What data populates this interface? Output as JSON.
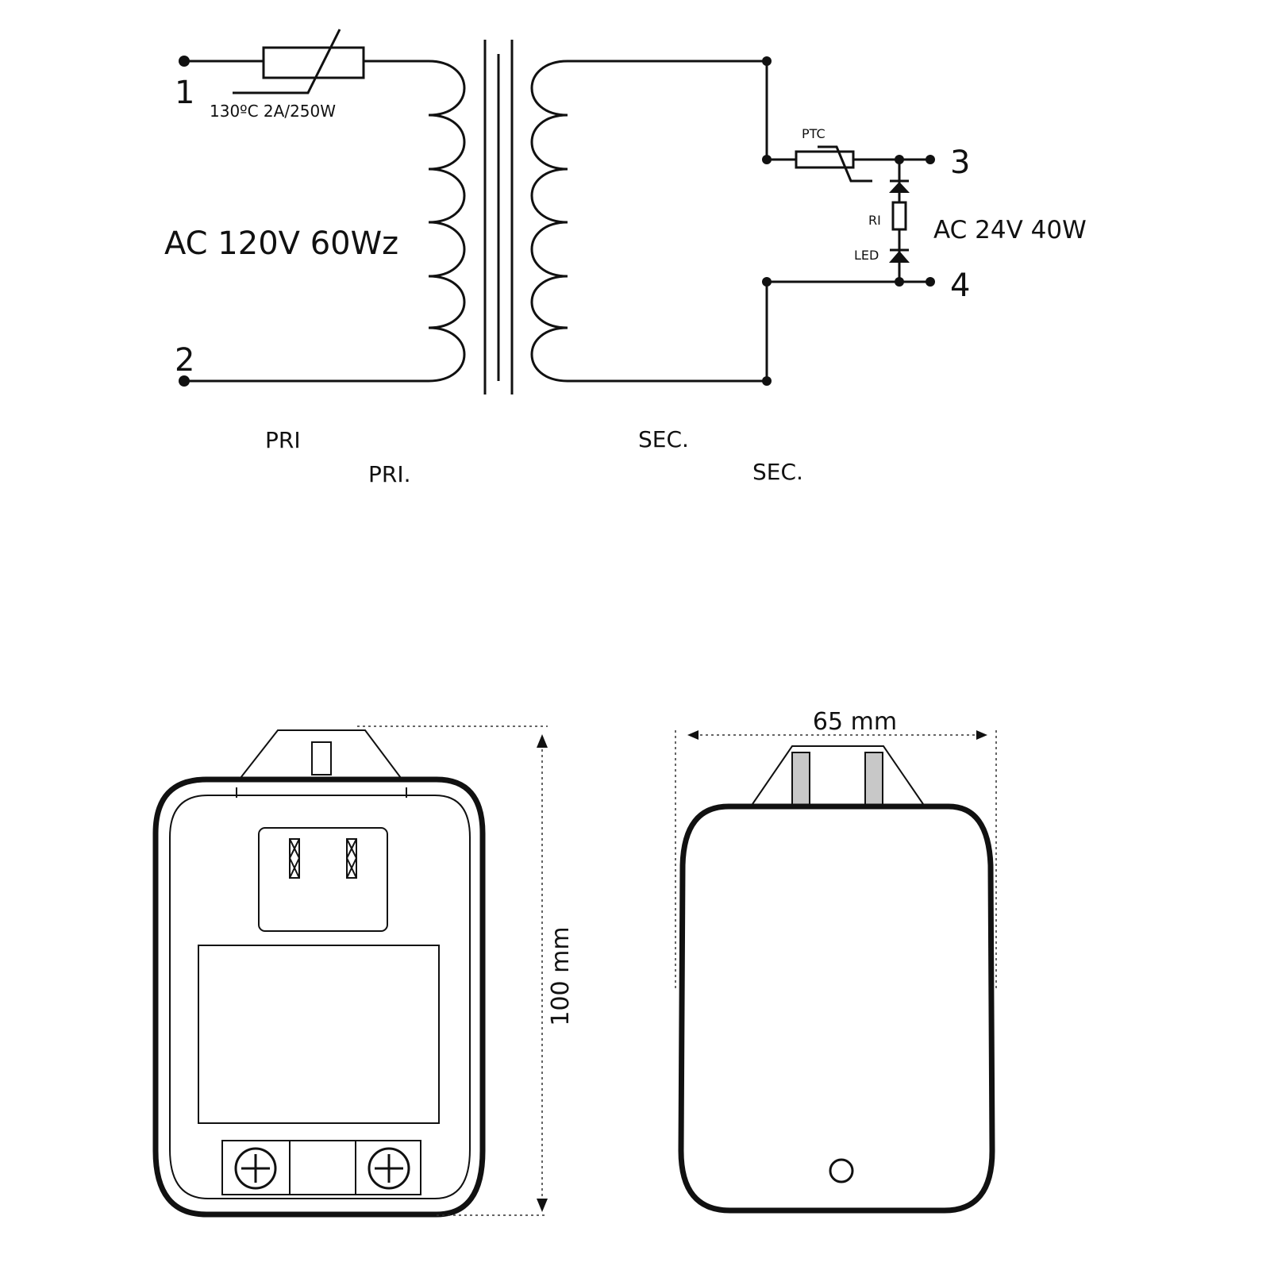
{
  "schematic": {
    "terminal_1": "1",
    "terminal_2": "2",
    "terminal_3": "3",
    "terminal_4": "4",
    "fuse_rating": "130ºC 2A/250W",
    "primary_voltage": "AC  120V 60Wz",
    "ptc_label": "PTC",
    "ri_label": "RI",
    "led_label": "LED",
    "secondary_voltage": "AC  24V 40W",
    "pri_label_1": "PRI",
    "pri_label_2": "PRI.",
    "sec_label_1": "SEC.",
    "sec_label_2": "SEC."
  },
  "dimensions": {
    "height": "100 mm",
    "width": "65 mm"
  },
  "colors": {
    "line": "#111111",
    "prong": "#c8c8c8"
  }
}
